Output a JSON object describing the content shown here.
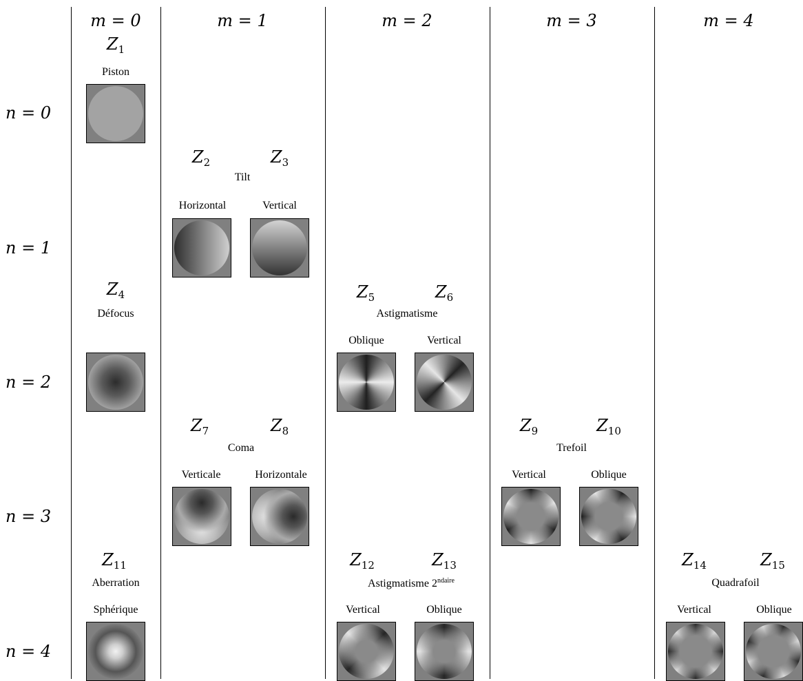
{
  "header": {
    "columns": [
      "m = 0",
      "m = 1",
      "m = 2",
      "m = 3",
      "m = 4"
    ],
    "rows": [
      "n = 0",
      "n = 1",
      "n = 2",
      "n = 3",
      "n = 4"
    ]
  },
  "modes": [
    {
      "id": "Z1",
      "sub": "1",
      "group": "Piston"
    },
    {
      "id": "Z2",
      "sub": "2",
      "group": "Tilt",
      "variant": "Horizontal"
    },
    {
      "id": "Z3",
      "sub": "3",
      "variant": "Vertical"
    },
    {
      "id": "Z4",
      "sub": "4",
      "group": "Défocus"
    },
    {
      "id": "Z5",
      "sub": "5",
      "group": "Astigmatisme",
      "variant": "Oblique"
    },
    {
      "id": "Z6",
      "sub": "6",
      "variant": "Vertical"
    },
    {
      "id": "Z7",
      "sub": "7",
      "group": "Coma",
      "variant": "Verticale"
    },
    {
      "id": "Z8",
      "sub": "8",
      "variant": "Horizontale"
    },
    {
      "id": "Z9",
      "sub": "9",
      "group": "Trefoil",
      "variant": "Vertical"
    },
    {
      "id": "Z10",
      "sub": "10",
      "variant": "Oblique"
    },
    {
      "id": "Z11",
      "sub": "11",
      "group": "Aberration",
      "variant": "Sphérique"
    },
    {
      "id": "Z12",
      "sub": "12",
      "group": "Astigmatisme 2",
      "group_sup": "ndaire",
      "variant": "Vertical"
    },
    {
      "id": "Z13",
      "sub": "13",
      "variant": "Oblique"
    },
    {
      "id": "Z14",
      "sub": "14",
      "group": "Quadrafoil",
      "variant": "Vertical"
    },
    {
      "id": "Z15",
      "sub": "15",
      "variant": "Oblique"
    }
  ]
}
